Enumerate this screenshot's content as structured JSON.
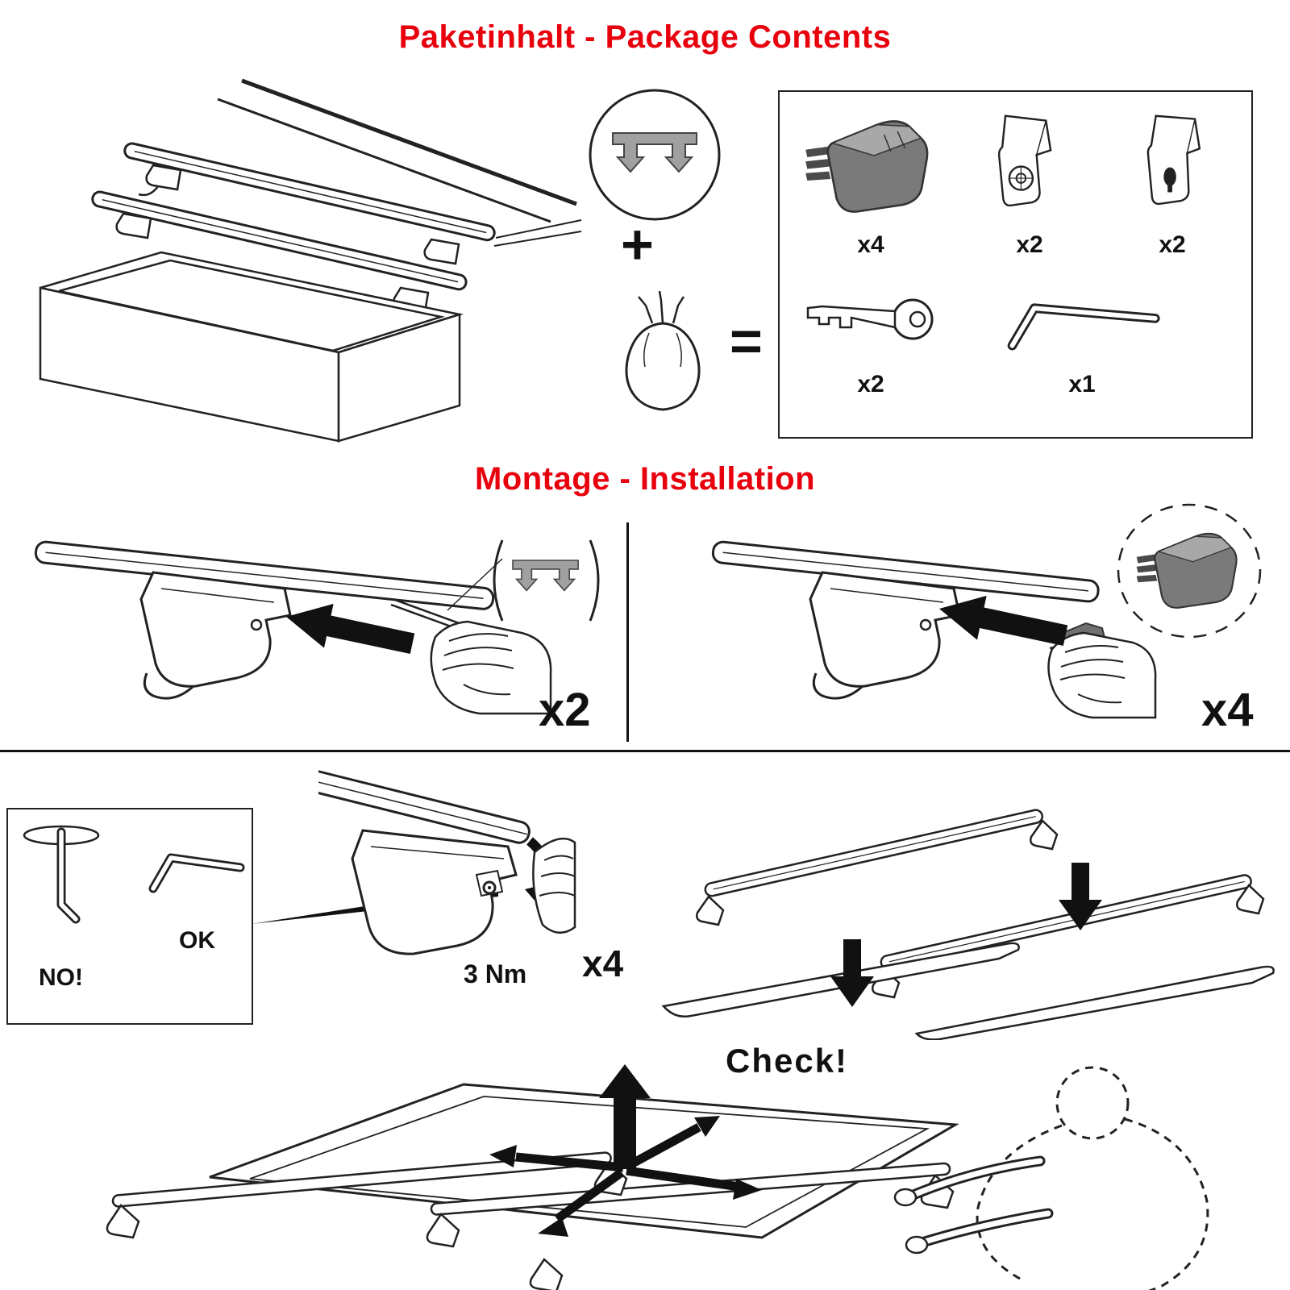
{
  "page": {
    "background": "#ffffff",
    "accent_red": "#e8000d",
    "ink": "#111111",
    "line_color": "#222222",
    "part_gray": "#7a7a7a"
  },
  "package": {
    "title": "Paketinhalt - Package Contents",
    "plus_sign": "+",
    "equals_sign": "=",
    "parts": [
      {
        "icon": "roof-bar-endcap-icon",
        "qty": "x4"
      },
      {
        "icon": "lock-clamp-icon",
        "qty": "x2"
      },
      {
        "icon": "lock-cover-icon",
        "qty": "x2"
      },
      {
        "icon": "key-icon",
        "qty": "x2"
      },
      {
        "icon": "hex-wrench-icon",
        "qty": "x1"
      }
    ]
  },
  "installation": {
    "title": "Montage - Installation",
    "steps": [
      {
        "name": "insert-rubber-strip",
        "qty": "x2"
      },
      {
        "name": "attach-end-cap",
        "qty": "x4"
      }
    ]
  },
  "torque": {
    "no_label": "NO!",
    "ok_label": "OK",
    "torque_value": "3 Nm",
    "qty": "x4"
  },
  "check": {
    "label": "Check!"
  }
}
